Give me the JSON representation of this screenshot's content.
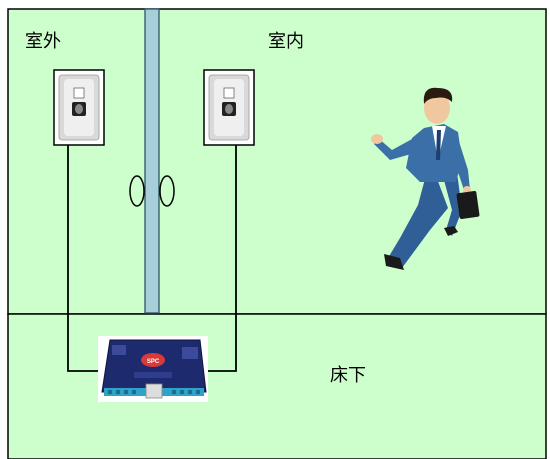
{
  "labels": {
    "outdoor": "室外",
    "indoor": "室内",
    "underfloor": "床下"
  },
  "controller": {
    "brand": "SPC"
  },
  "colors": {
    "background": "#ccffcc",
    "line": "#000000",
    "door_glass": "#a7cfd9",
    "reader_body": "#f2f2f2",
    "suit": "#3a6fa8",
    "board": "#1e2a6e"
  },
  "icons": [
    "fingerprint-reader-icon",
    "door-handle-icon",
    "walking-businessman-icon",
    "controller-board-icon"
  ]
}
